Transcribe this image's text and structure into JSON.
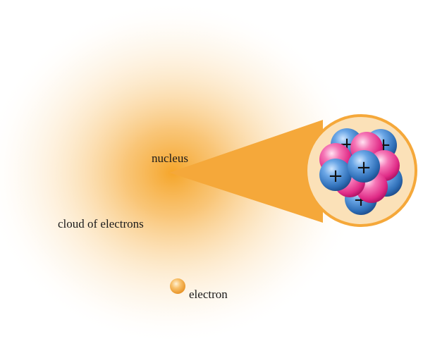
{
  "labels": {
    "nucleus": "nucleus",
    "cloud": "cloud of electrons",
    "electron": "electron"
  },
  "particles": {
    "proton_symbol": "+",
    "proton_color": "#3a7fc9",
    "neutron_color": "#e8308c"
  },
  "colors": {
    "cloud": "#f5a623",
    "zoom_beam": "#f5a83a",
    "zoom_circle_fill": "#fbe1b8",
    "electron": "#f5a742"
  }
}
